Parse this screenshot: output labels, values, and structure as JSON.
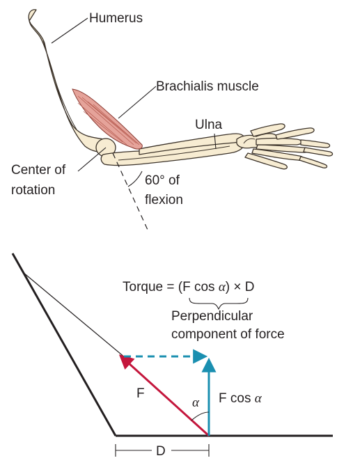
{
  "anatomy": {
    "humerus_label": "Humerus",
    "brachialis_label": "Brachialis muscle",
    "ulna_label": "Ulna",
    "center_label_line1": "Center of",
    "center_label_line2": "rotation",
    "flexion_label_line1": "60° of",
    "flexion_label_line2": "flexion"
  },
  "torque_diagram": {
    "equation_prefix": "Torque = (F cos ",
    "equation_alpha": "α",
    "equation_suffix": ") × D",
    "brace_label_line1": "Perpendicular",
    "brace_label_line2": "component of force",
    "force_label": "F",
    "component_label_text": "F cos ",
    "component_label_alpha": "α",
    "angle_label": "α",
    "distance_label": "D"
  },
  "colors": {
    "force_vector": "#c4163c",
    "perpendicular_component": "#1a8fb0",
    "muscle": "#e5a39a",
    "bone": "#f7ecd2",
    "line": "#231f20"
  }
}
